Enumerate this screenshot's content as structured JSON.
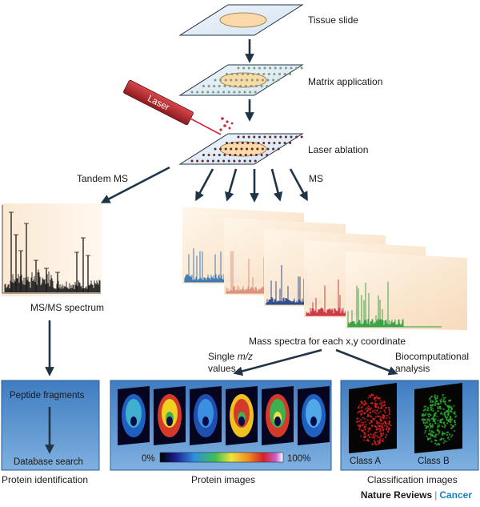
{
  "steps": {
    "tissue_slide": "Tissue slide",
    "matrix_application": "Matrix application",
    "laser": "Laser",
    "laser_ablation": "Laser ablation"
  },
  "branches": {
    "tandem_ms": "Tandem MS",
    "ms": "MS",
    "msms_spectrum": "MS/MS spectrum",
    "mass_spectra_caption": "Mass spectra for each x,y coordinate",
    "single_mz_line1": "Single",
    "single_mz_italic": "m/z",
    "single_mz_line2": "values",
    "biocomp_line1": "Biocomputational",
    "biocomp_line2": "analysis"
  },
  "boxes": {
    "peptide_fragments": "Peptide fragments",
    "database_search": "Database search",
    "protein_identification": "Protein identification",
    "scale_min": "0%",
    "scale_max": "100%",
    "protein_images": "Protein images",
    "class_a": "Class A",
    "class_b": "Class B",
    "classification_images": "Classification images"
  },
  "brand": {
    "journal": "Nature Reviews",
    "section": "Cancer"
  },
  "colors": {
    "arrow": "#1f3446",
    "panel_blue": "#5a8fc8",
    "spectrum_blue": "#2f6fb0",
    "spectrum_pink": "#d98a78",
    "spectrum_navy": "#1f3f86",
    "spectrum_red": "#c8283a",
    "spectrum_green": "#2a9a3a",
    "laser_red": "#b8242a",
    "class_a": "#e02020",
    "class_b": "#2fae2f"
  }
}
